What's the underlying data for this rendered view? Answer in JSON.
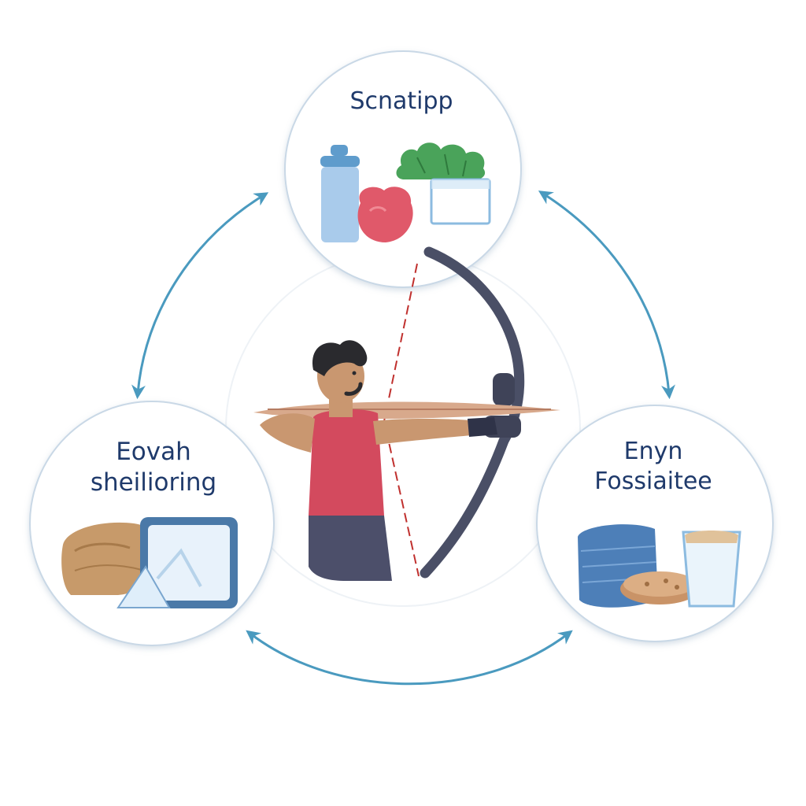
{
  "nodes": [
    {
      "id": "top",
      "lines": [
        "Scnatipp"
      ]
    },
    {
      "id": "left",
      "lines": [
        "Eovah",
        "sheilioring"
      ]
    },
    {
      "id": "right",
      "lines": [
        "Enyn",
        "Fossiaitee"
      ]
    }
  ],
  "colors": {
    "arrow": "#4a9abf",
    "label": "#1f3a6b",
    "circle_stroke": "#c9d8e6",
    "shirt": "#d34a5e",
    "bow": "#4a4f66"
  },
  "icons": {
    "top": [
      "bottle-icon",
      "berry-icon",
      "salad-container-icon"
    ],
    "left": [
      "bread-icon",
      "ice-box-icon"
    ],
    "right": [
      "fabric-roll-icon",
      "cookie-icon",
      "glass-icon"
    ],
    "center": "archer-figure"
  }
}
